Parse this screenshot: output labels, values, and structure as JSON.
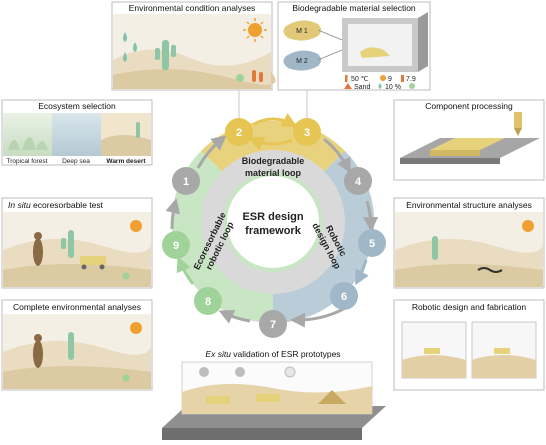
{
  "panels": {
    "env_condition": "Environmental condition analyses",
    "biomaterial": "Biodegradable material selection",
    "ecosystem": "Ecosystem selection",
    "component": "Component processing",
    "insitu_prefix": "In situ",
    "insitu_rest": " ecoresorbable test",
    "env_structure": "Environmental structure analyses",
    "complete_env": "Complete environmental analyses",
    "robotic_design": "Robotic design and fabrication",
    "exsitu_prefix": "Ex situ",
    "exsitu_rest": " validation of ESR prototypes"
  },
  "ecosystems": {
    "tropical": "Tropical forest",
    "deep_sea": "Deep sea",
    "desert": "Warm desert"
  },
  "materials": {
    "m1": "M 1",
    "m2": "M 2",
    "temp": "50 ℃",
    "uv": "9",
    "ph": "7.9",
    "sand": "Sand",
    "humidity": "10 %"
  },
  "center": {
    "line1": "ESR design",
    "line2": "framework"
  },
  "loops": {
    "bio_line1": "Biodegradable",
    "bio_line2": "material loop",
    "robotic_line1": "Robotic",
    "robotic_line2": "design loop",
    "eco_line1": "Ecoresorbable",
    "eco_line2": "robotic loop"
  },
  "steps": [
    "1",
    "2",
    "3",
    "4",
    "5",
    "6",
    "7",
    "8",
    "9"
  ],
  "colors": {
    "bio_loop": "#e8d27e",
    "robotic_loop": "#b9ccd8",
    "eco_loop": "#c9e6c4",
    "gray_node": "#a8a8a8",
    "yellow_node": "#e6c553",
    "blue_node": "#9fb7c7",
    "green_node": "#9fd39a",
    "sand": "#e9dcc0",
    "sky": "#f4efe4"
  }
}
